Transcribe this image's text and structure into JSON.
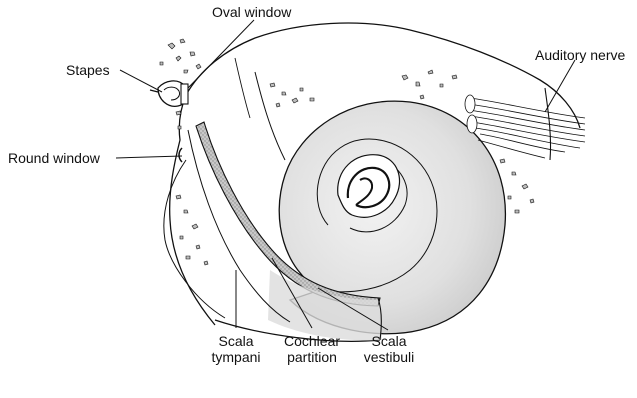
{
  "labels": {
    "oval_window": "Oval window",
    "stapes": "Stapes",
    "auditory_nerve": "Auditory nerve",
    "round_window": "Round window",
    "scala_tympani": [
      "Scala",
      "tympani"
    ],
    "cochlear_partition": [
      "Cochlear",
      "partition"
    ],
    "scala_vestibuli": [
      "Scala",
      "vestibuli"
    ]
  },
  "colors": {
    "ink": "#111111",
    "cochlea_fill": "#e4e4e4",
    "partition_fill": "#b8b8b8"
  }
}
